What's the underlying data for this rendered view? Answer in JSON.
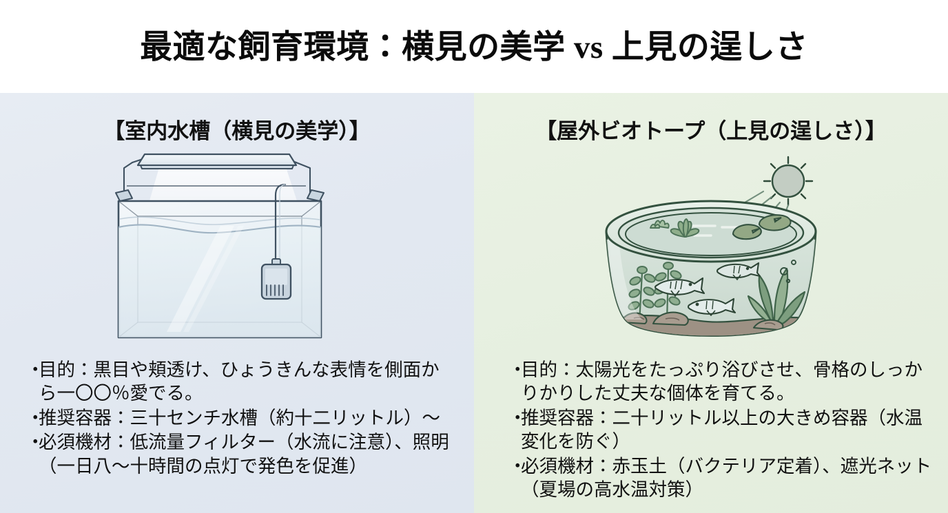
{
  "slide": {
    "title": "最適な飼育環境：横見の美学 vs 上見の逞しさ",
    "background": "#ffffff"
  },
  "panels": [
    {
      "id": "indoor-aquarium",
      "heading": "【室内水槽（横見の美学）】",
      "background": "#e4eaf2",
      "accent": "#3f5161",
      "illustration": "indoor-aquarium-illustration",
      "bullets": [
        "目的：黒目や頬透け、ひょうきんな表情を側面から一〇〇％愛でる。",
        "推奨容器：三十センチ水槽（約十二リットル）〜",
        "必須機材：低流量フィルター（水流に注意）、照明（一日八〜十時間の点灯で発色を促進）"
      ],
      "bullet_marker": "・"
    },
    {
      "id": "outdoor-biotope",
      "heading": "【屋外ビオトープ（上見の逞しさ）】",
      "background": "#e6efe1",
      "accent": "#34513f",
      "illustration": "outdoor-biotope-illustration",
      "bullets": [
        "目的：太陽光をたっぷり浴びさせ、骨格のしっかりかりした丈夫な個体を育てる。",
        "推奨容器：二十リットル以上の大きめ容器（水温変化を防ぐ）",
        "必須機材：赤玉土（バクテリア定着）、遮光ネット（夏場の高水温対策）"
      ],
      "bullet_marker": "・"
    }
  ],
  "colors": {
    "title_text": "#0b0b0b",
    "body_text": "#111111",
    "left_panel_bg": "#e4eaf2",
    "right_panel_bg": "#e6efe1",
    "aquarium_outline": "#3f5161",
    "aquarium_glass": "#eef3f8",
    "biotope_outline": "#33513f",
    "biotope_water": "#cfdcd3",
    "biotope_plant": "#7e9f7e",
    "biotope_substrate": "#9d9184",
    "sun_fill": "#c3cdc3"
  }
}
